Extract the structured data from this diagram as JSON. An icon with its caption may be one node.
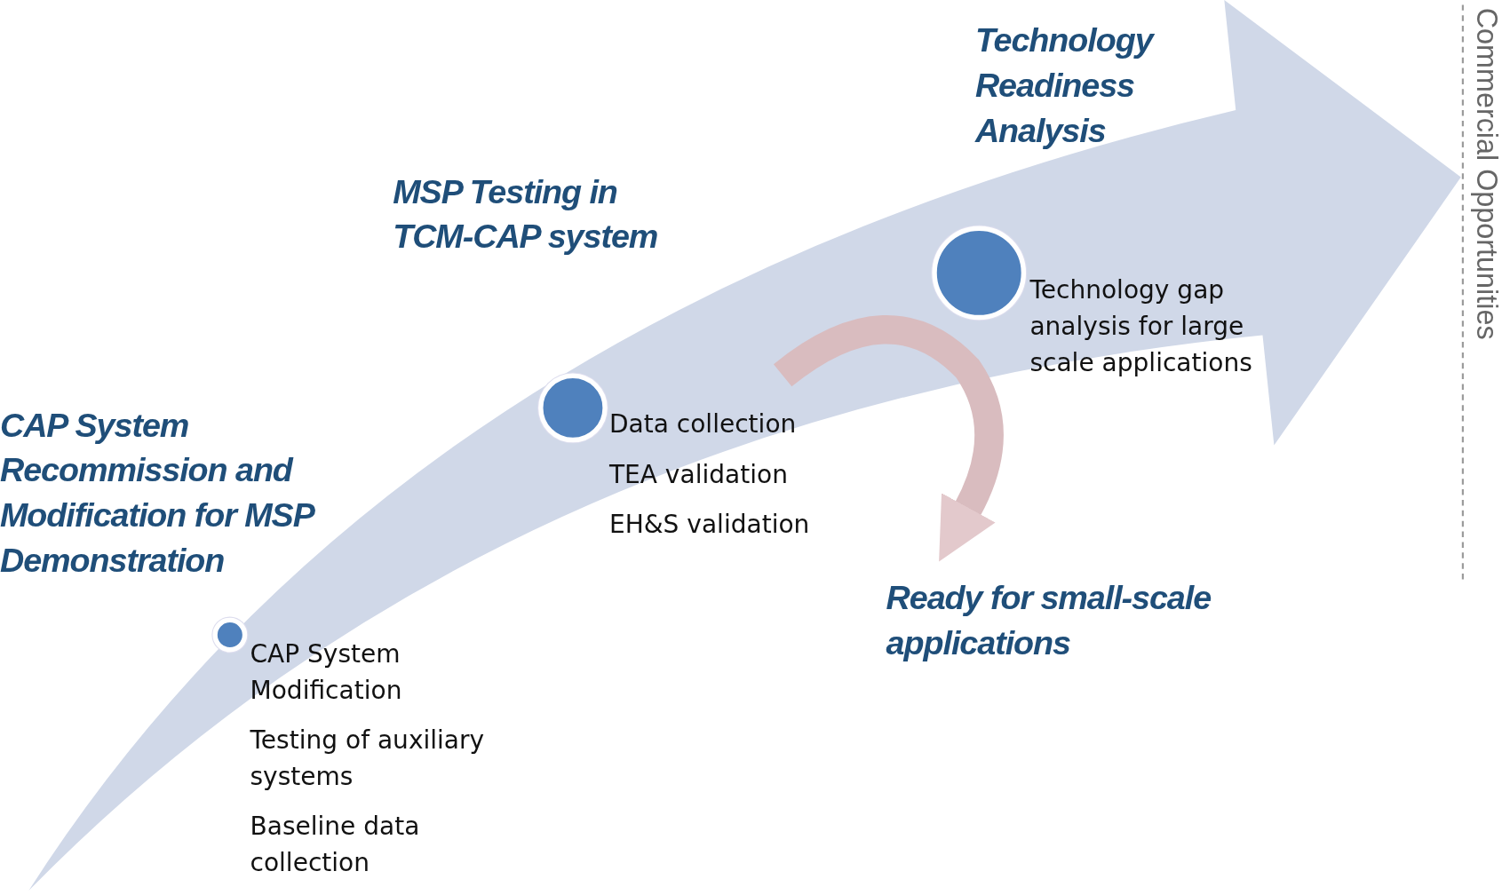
{
  "diagram": {
    "nodes": [
      {
        "text": [],
        "shape": "circle",
        "beside": [
          "CAP System Modification",
          "Testing of auxiliary systems",
          "Baseline data collection"
        ]
      },
      {
        "text": [],
        "shape": "circle",
        "beside": [
          "Data collection",
          "TEA validation",
          "EH&S validation"
        ]
      },
      {
        "text": [],
        "shape": "circle",
        "beside": [
          "Technology gap analysis for large scale applications"
        ]
      },
      {
        "text": [
          "Ready for small-scale applications"
        ]
      }
    ],
    "edges": [
      {
        "from": null,
        "to": 3,
        "arrow": "to"
      }
    ],
    "labels": [
      "Technology Readiness Analysis",
      "MSP Testing in TCM-CAP system",
      "CAP System Recommission and Modification for MSP Demonstration",
      "Commercial Opportunities"
    ]
  }
}
